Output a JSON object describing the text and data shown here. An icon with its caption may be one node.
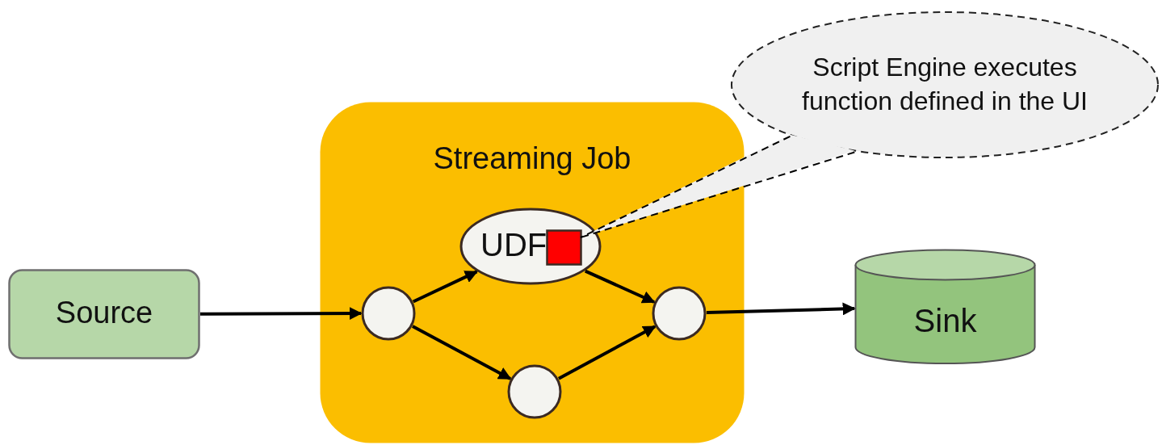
{
  "diagram": {
    "nodes": [
      {
        "text": [
          "Source"
        ]
      },
      {
        "text": [
          "Streaming Job"
        ]
      },
      {
        "text": [],
        "shape": "circle",
        "in": 1
      },
      {
        "text": [
          "UDF"
        ],
        "in": 1
      },
      {
        "text": [],
        "shape": "box",
        "in": 3
      },
      {
        "text": [],
        "shape": "circle",
        "in": 1
      },
      {
        "text": [],
        "shape": "circle",
        "in": 1
      },
      {
        "text": [
          "Sink"
        ]
      },
      {
        "text": [
          "Script Engine executes function defined in the UI"
        ]
      }
    ],
    "edges": [
      {
        "from": 0,
        "to": 2,
        "arrow": "to"
      },
      {
        "from": 2,
        "to": 3,
        "arrow": "to"
      },
      {
        "from": 2,
        "to": 5,
        "arrow": "to"
      },
      {
        "from": 3,
        "to": 6,
        "arrow": "to"
      },
      {
        "from": 5,
        "to": 6,
        "arrow": "to"
      },
      {
        "from": 6,
        "to": 7,
        "arrow": "to"
      },
      {
        "from": 8,
        "to": 4,
        "arrow": "none",
        "style": "dashed"
      }
    ]
  }
}
